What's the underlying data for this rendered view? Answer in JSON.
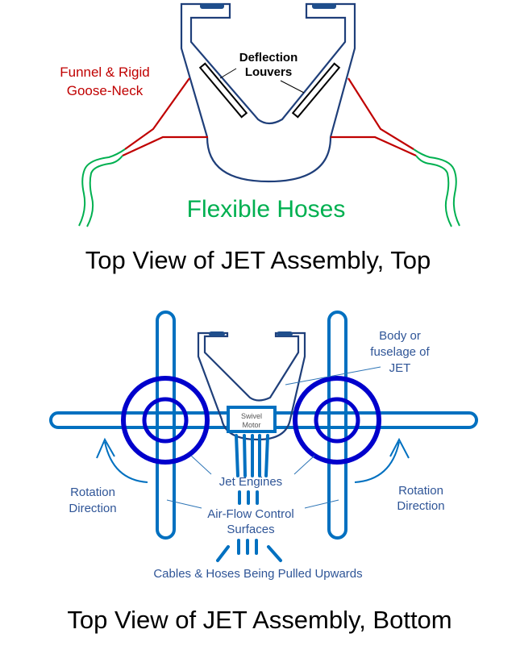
{
  "top": {
    "funnel_label_line1": "Funnel & Rigid",
    "funnel_label_line2": "Goose-Neck",
    "louvers_label_line1": "Deflection",
    "louvers_label_line2": "Louvers",
    "hoses_label": "Flexible Hoses",
    "title": "Top View of JET Assembly, Top"
  },
  "bottom": {
    "body_label_line1": "Body or",
    "body_label_line2": "fuselage of",
    "body_label_line3": "JET",
    "motor_label_line1": "Swivel",
    "motor_label_line2": "Motor",
    "engines_label": "Jet Engines",
    "airflow_label_line1": "Air-Flow Control",
    "airflow_label_line2": "Surfaces",
    "rotation_left_line1": "Rotation",
    "rotation_left_line2": "Direction",
    "rotation_right_line1": "Rotation",
    "rotation_right_line2": "Direction",
    "cables_label": "Cables & Hoses Being Pulled Upwards",
    "title": "Top View of JET Assembly, Bottom"
  },
  "colors": {
    "funnel": "#c00000",
    "hoses": "#00b050",
    "tubes": "#0070c0",
    "rings": "#0000cc",
    "labels": "#2f5597"
  }
}
